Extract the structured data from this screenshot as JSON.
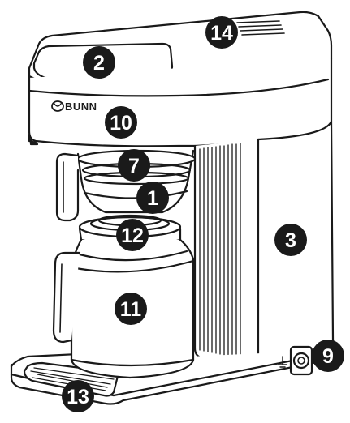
{
  "brand": {
    "logo_text": "BUNN"
  },
  "callouts": [
    {
      "id": "c14",
      "label": "14"
    },
    {
      "id": "c2",
      "label": "2"
    },
    {
      "id": "c10",
      "label": "10"
    },
    {
      "id": "c7",
      "label": "7"
    },
    {
      "id": "c1",
      "label": "1"
    },
    {
      "id": "c12",
      "label": "12"
    },
    {
      "id": "c3",
      "label": "3"
    },
    {
      "id": "c11",
      "label": "11"
    },
    {
      "id": "c9",
      "label": "9"
    },
    {
      "id": "c13",
      "label": "13"
    }
  ],
  "colors": {
    "line": "#1a1a1a",
    "callout_fill": "#1a1a1a",
    "callout_text": "#ffffff",
    "body": "#ffffff"
  },
  "icons": {
    "power_button": "power-icon",
    "ground_symbol": "ground-icon"
  }
}
